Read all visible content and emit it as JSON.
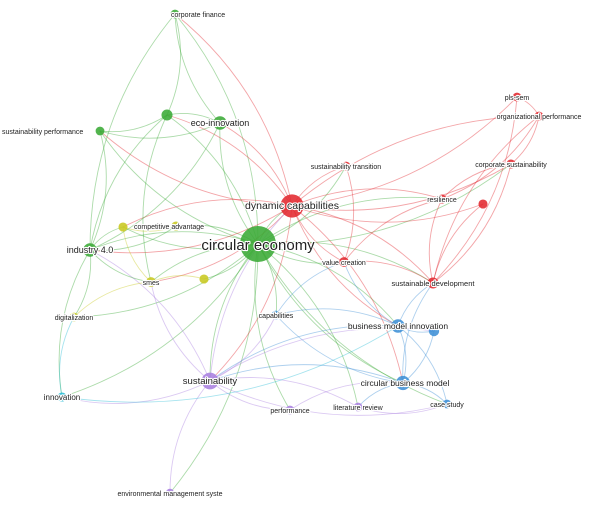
{
  "clusters": {
    "green": "#3aaa35",
    "red": "#e3282f",
    "blue": "#3d8fd6",
    "yellow": "#c8c820",
    "purple": "#a97fe0",
    "cyan": "#2bbcd6"
  },
  "nodes": [
    {
      "id": "circular-economy",
      "label": "circular economy",
      "cluster": "green",
      "weight": 10
    },
    {
      "id": "dynamic-capabilities",
      "label": "dynamic capabilities",
      "cluster": "red",
      "weight": 6
    },
    {
      "id": "industry-4-0",
      "label": "industry 4.0",
      "cluster": "green",
      "weight": 3
    },
    {
      "id": "eco-innovation",
      "label": "eco-innovation",
      "cluster": "green",
      "weight": 3
    },
    {
      "id": "corporate-finance",
      "label": "corporate finance",
      "cluster": "green",
      "weight": 1.5
    },
    {
      "id": "sustainability-performance",
      "label": "sustainability performance",
      "cluster": "green",
      "weight": 1.5
    },
    {
      "id": "green-unlabeled",
      "label": "",
      "cluster": "green",
      "weight": 2.2
    },
    {
      "id": "competitive-advantage",
      "label": "competitive advantage",
      "cluster": "yellow",
      "weight": 1.6
    },
    {
      "id": "yellow-unlabeled",
      "label": "",
      "cluster": "yellow",
      "weight": 1.6
    },
    {
      "id": "smes",
      "label": "smes",
      "cluster": "yellow",
      "weight": 1.8
    },
    {
      "id": "yellow-unlabeled-2",
      "label": "",
      "cluster": "yellow",
      "weight": 1.6
    },
    {
      "id": "digitalization",
      "label": "digitalization",
      "cluster": "yellow",
      "weight": 1.5
    },
    {
      "id": "sustainability-transition",
      "label": "sustainability transition",
      "cluster": "red",
      "weight": 1.5
    },
    {
      "id": "pls-sem",
      "label": "pls-sem",
      "cluster": "red",
      "weight": 1.5
    },
    {
      "id": "organizational-performance",
      "label": "organizational performance",
      "cluster": "red",
      "weight": 1.5
    },
    {
      "id": "corporate-sustainability",
      "label": "corporate sustainability",
      "cluster": "red",
      "weight": 1.6
    },
    {
      "id": "resilience",
      "label": "resilience",
      "cluster": "red",
      "weight": 1.6
    },
    {
      "id": "red-unlabeled",
      "label": "",
      "cluster": "red",
      "weight": 1.6
    },
    {
      "id": "value-creation",
      "label": "value creation",
      "cluster": "red",
      "weight": 1.8
    },
    {
      "id": "sustainable-development",
      "label": "sustainable development",
      "cluster": "red",
      "weight": 2.2
    },
    {
      "id": "business-model-innovation",
      "label": "business model innovation",
      "cluster": "blue",
      "weight": 3
    },
    {
      "id": "blue-unlabeled",
      "label": "",
      "cluster": "blue",
      "weight": 2
    },
    {
      "id": "capabilities",
      "label": "capabilities",
      "cluster": "blue",
      "weight": 1.5
    },
    {
      "id": "circular-business-model",
      "label": "circular business model",
      "cluster": "blue",
      "weight": 3.2
    },
    {
      "id": "case-study",
      "label": "case study",
      "cluster": "blue",
      "weight": 1.5
    },
    {
      "id": "sustainability",
      "label": "sustainability",
      "cluster": "purple",
      "weight": 4
    },
    {
      "id": "performance",
      "label": "performance",
      "cluster": "purple",
      "weight": 1.5
    },
    {
      "id": "literature-review",
      "label": "literature review",
      "cluster": "purple",
      "weight": 1.5
    },
    {
      "id": "environmental-management-syste",
      "label": "environmental management syste",
      "cluster": "purple",
      "weight": 1.4
    },
    {
      "id": "innovation",
      "label": "innovation",
      "cluster": "cyan",
      "weight": 1.6
    }
  ],
  "edges": [
    [
      "circular-economy",
      "dynamic-capabilities"
    ],
    [
      "circular-economy",
      "industry-4-0"
    ],
    [
      "circular-economy",
      "eco-innovation"
    ],
    [
      "circular-economy",
      "corporate-finance"
    ],
    [
      "circular-economy",
      "sustainability-performance"
    ],
    [
      "circular-economy",
      "green-unlabeled"
    ],
    [
      "circular-economy",
      "competitive-advantage"
    ],
    [
      "circular-economy",
      "smes"
    ],
    [
      "circular-economy",
      "digitalization"
    ],
    [
      "circular-economy",
      "sustainability"
    ],
    [
      "circular-economy",
      "business-model-innovation"
    ],
    [
      "circular-economy",
      "circular-business-model"
    ],
    [
      "circular-economy",
      "sustainable-development"
    ],
    [
      "circular-economy",
      "value-creation"
    ],
    [
      "circular-economy",
      "capabilities"
    ],
    [
      "circular-economy",
      "performance"
    ],
    [
      "circular-economy",
      "literature-review"
    ],
    [
      "circular-economy",
      "case-study"
    ],
    [
      "circular-economy",
      "innovation"
    ],
    [
      "circular-economy",
      "sustainability-transition"
    ],
    [
      "circular-economy",
      "resilience"
    ],
    [
      "circular-economy",
      "corporate-sustainability"
    ],
    [
      "circular-economy",
      "environmental-management-syste"
    ],
    [
      "circular-economy",
      "yellow-unlabeled"
    ],
    [
      "circular-economy",
      "yellow-unlabeled-2"
    ],
    [
      "dynamic-capabilities",
      "pls-sem"
    ],
    [
      "dynamic-capabilities",
      "organizational-performance"
    ],
    [
      "dynamic-capabilities",
      "corporate-sustainability"
    ],
    [
      "dynamic-capabilities",
      "resilience"
    ],
    [
      "dynamic-capabilities",
      "red-unlabeled"
    ],
    [
      "dynamic-capabilities",
      "sustainability-transition"
    ],
    [
      "dynamic-capabilities",
      "value-creation"
    ],
    [
      "dynamic-capabilities",
      "sustainable-development"
    ],
    [
      "dynamic-capabilities",
      "business-model-innovation"
    ],
    [
      "dynamic-capabilities",
      "industry-4-0"
    ],
    [
      "dynamic-capabilities",
      "eco-innovation"
    ],
    [
      "dynamic-capabilities",
      "sustainability"
    ],
    [
      "dynamic-capabilities",
      "competitive-advantage"
    ],
    [
      "dynamic-capabilities",
      "circular-business-model"
    ],
    [
      "dynamic-capabilities",
      "corporate-finance"
    ],
    [
      "dynamic-capabilities",
      "smes"
    ],
    [
      "dynamic-capabilities",
      "green-unlabeled"
    ],
    [
      "dynamic-capabilities",
      "sustainability-performance"
    ],
    [
      "sustainable-development",
      "pls-sem"
    ],
    [
      "sustainable-development",
      "organizational-performance"
    ],
    [
      "sustainable-development",
      "corporate-sustainability"
    ],
    [
      "sustainable-development",
      "resilience"
    ],
    [
      "sustainable-development",
      "value-creation"
    ],
    [
      "resilience",
      "corporate-sustainability"
    ],
    [
      "resilience",
      "organizational-performance"
    ],
    [
      "value-creation",
      "resilience"
    ],
    [
      "value-creation",
      "sustainability-transition"
    ],
    [
      "business-model-innovation",
      "circular-business-model"
    ],
    [
      "business-model-innovation",
      "sustainability"
    ],
    [
      "business-model-innovation",
      "case-study"
    ],
    [
      "business-model-innovation",
      "capabilities"
    ],
    [
      "business-model-innovation",
      "value-creation"
    ],
    [
      "business-model-innovation",
      "blue-unlabeled"
    ],
    [
      "business-model-innovation",
      "sustainable-development"
    ],
    [
      "circular-business-model",
      "sustainability"
    ],
    [
      "circular-business-model",
      "case-study"
    ],
    [
      "circular-business-model",
      "literature-review"
    ],
    [
      "circular-business-model",
      "capabilities"
    ],
    [
      "circular-business-model",
      "blue-unlabeled"
    ],
    [
      "circular-business-model",
      "sustainable-development"
    ],
    [
      "sustainability",
      "performance"
    ],
    [
      "sustainability",
      "literature-review"
    ],
    [
      "sustainability",
      "environmental-management-syste"
    ],
    [
      "sustainability",
      "innovation"
    ],
    [
      "sustainability",
      "industry-4-0"
    ],
    [
      "sustainability",
      "smes"
    ],
    [
      "sustainability",
      "capabilities"
    ],
    [
      "sustainability",
      "dynamic-capabilities"
    ],
    [
      "sustainability",
      "case-study"
    ],
    [
      "sustainability",
      "blue-unlabeled"
    ],
    [
      "industry-4-0",
      "eco-innovation"
    ],
    [
      "industry-4-0",
      "green-unlabeled"
    ],
    [
      "industry-4-0",
      "sustainability-performance"
    ],
    [
      "industry-4-0",
      "corporate-finance"
    ],
    [
      "industry-4-0",
      "smes"
    ],
    [
      "industry-4-0",
      "digitalization"
    ],
    [
      "industry-4-0",
      "innovation"
    ],
    [
      "industry-4-0",
      "competitive-advantage"
    ],
    [
      "industry-4-0",
      "yellow-unlabeled"
    ],
    [
      "eco-innovation",
      "corporate-finance"
    ],
    [
      "eco-innovation",
      "green-unlabeled"
    ],
    [
      "eco-innovation",
      "sustainability-performance"
    ],
    [
      "green-unlabeled",
      "corporate-finance"
    ],
    [
      "green-unlabeled",
      "sustainability-performance"
    ],
    [
      "green-unlabeled",
      "smes"
    ],
    [
      "smes",
      "competitive-advantage"
    ],
    [
      "smes",
      "digitalization"
    ],
    [
      "smes",
      "yellow-unlabeled-2"
    ],
    [
      "competitive-advantage",
      "yellow-unlabeled"
    ],
    [
      "innovation",
      "digitalization"
    ],
    [
      "innovation",
      "business-model-innovation"
    ],
    [
      "performance",
      "circular-business-model"
    ],
    [
      "literature-review",
      "case-study"
    ],
    [
      "capabilities",
      "value-creation"
    ],
    [
      "red-unlabeled",
      "sustainable-development"
    ],
    [
      "pls-sem",
      "organizational-performance"
    ],
    [
      "corporate-sustainability",
      "organizational-performance"
    ]
  ]
}
